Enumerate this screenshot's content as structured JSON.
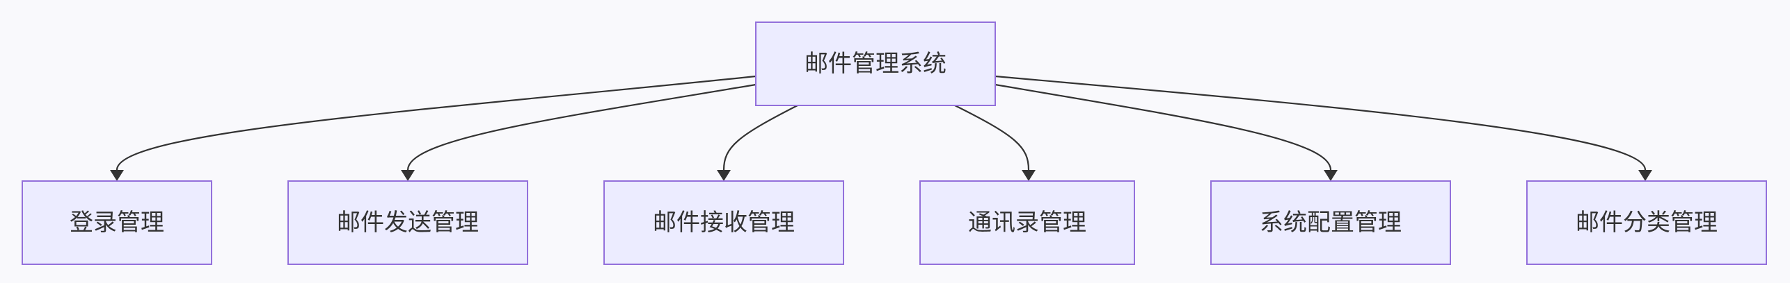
{
  "diagram": {
    "type": "flowchart-tree",
    "colors": {
      "background": "#f9f9fc",
      "node_fill": "#ececff",
      "node_border": "#9370db",
      "edge": "#333333",
      "text": "#333333"
    },
    "root": {
      "id": "root",
      "label": "邮件管理系统"
    },
    "children": [
      {
        "id": "login",
        "label": "登录管理"
      },
      {
        "id": "send",
        "label": "邮件发送管理"
      },
      {
        "id": "receive",
        "label": "邮件接收管理"
      },
      {
        "id": "contacts",
        "label": "通讯录管理"
      },
      {
        "id": "config",
        "label": "系统配置管理"
      },
      {
        "id": "category",
        "label": "邮件分类管理"
      }
    ],
    "edges": [
      {
        "from": "root",
        "to": "login"
      },
      {
        "from": "root",
        "to": "send"
      },
      {
        "from": "root",
        "to": "receive"
      },
      {
        "from": "root",
        "to": "contacts"
      },
      {
        "from": "root",
        "to": "config"
      },
      {
        "from": "root",
        "to": "category"
      }
    ]
  }
}
